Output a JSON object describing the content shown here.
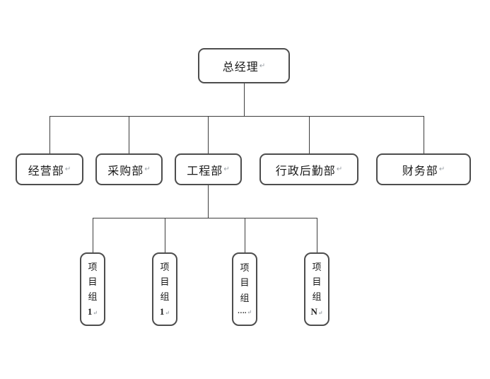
{
  "diagram": {
    "kind": "org-chart",
    "marks": {
      "return_mark": "↵"
    },
    "root": {
      "label": "总经理"
    },
    "departments": [
      {
        "label": "经营部"
      },
      {
        "label": "采购部"
      },
      {
        "label": "工程部"
      },
      {
        "label": "行政后勤部"
      },
      {
        "label": "财务部"
      }
    ],
    "project_groups": [
      {
        "c1": "项",
        "c2": "目",
        "c3": "组",
        "num": "1"
      },
      {
        "c1": "项",
        "c2": "目",
        "c3": "组",
        "num": "1"
      },
      {
        "c1": "项",
        "c2": "目",
        "c3": "组",
        "num": "…."
      },
      {
        "c1": "项",
        "c2": "目",
        "c3": "组",
        "num": "N"
      }
    ],
    "colors": {
      "background": "#ffffff",
      "box_border": "#4d4d4d",
      "connector": "#3d3d3d",
      "text": "#1a1a1a",
      "paragraph_mark": "#9aa0a6"
    }
  }
}
